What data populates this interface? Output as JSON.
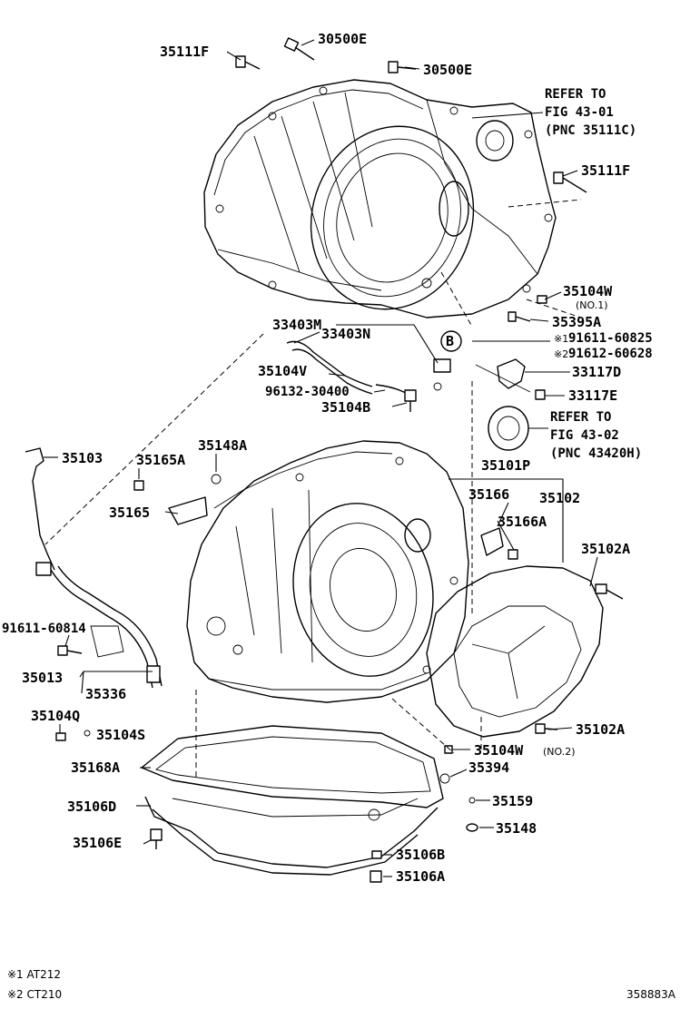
{
  "labels": {
    "l30500E_1": "30500E",
    "l30500E_2": "30500E",
    "l35111F_1": "35111F",
    "l35111F_2": "35111F",
    "refer1_a": "REFER TO",
    "refer1_b": "FIG 43-01",
    "refer1_c": "(PNC 35111C)",
    "l35104W_1": "35104W",
    "l35104W_1_note": "(NO.1)",
    "l35395A": "35395A",
    "l33403M": "33403M",
    "l33403N": "33403N",
    "b_marker": "B",
    "l91611_60825": "91611-60825",
    "l91612_60628": "91612-60628",
    "mark1": "※1",
    "mark2": "※2",
    "l35104V": "35104V",
    "l96132_30400": "96132-30400",
    "l35104B": "35104B",
    "l33117D": "33117D",
    "l33117E": "33117E",
    "refer2_a": "REFER TO",
    "refer2_b": "FIG 43-02",
    "refer2_c": "(PNC 43420H)",
    "l35103": "35103",
    "l35165A": "35165A",
    "l35148A": "35148A",
    "l35101P": "35101P",
    "l35166": "35166",
    "l35102": "35102",
    "l35165": "35165",
    "l35166A": "35166A",
    "l35102A_1": "35102A",
    "l91611_60814": "91611-60814",
    "l35013": "35013",
    "l35336": "35336",
    "l35104Q": "35104Q",
    "l35104S": "35104S",
    "l35102A_2": "35102A",
    "l35104W_2": "35104W",
    "l35104W_2_note": "(NO.2)",
    "l35168A": "35168A",
    "l35394": "35394",
    "l35106D": "35106D",
    "l35159": "35159",
    "l35148": "35148",
    "l35106E": "35106E",
    "l35106B": "35106B",
    "l35106A": "35106A"
  },
  "footnotes": {
    "f1": "※1 AT212",
    "f2": "※2 CT210"
  },
  "figure_id": "358883A"
}
